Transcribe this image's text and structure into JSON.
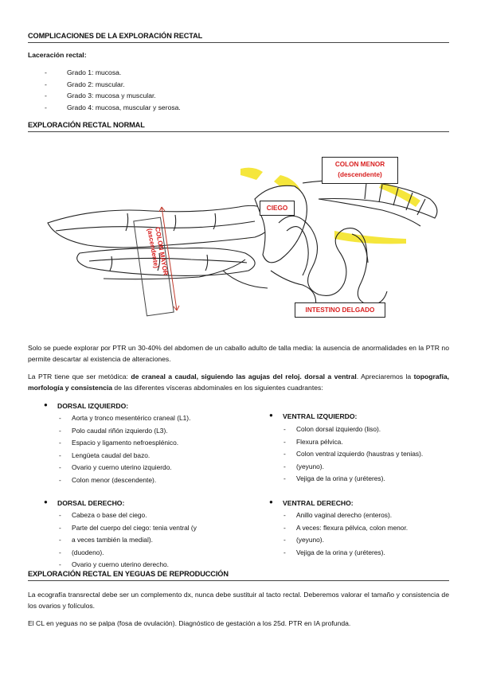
{
  "sections": {
    "complications_title": "COMPLICACIONES DE LA EXPLORACIÓN RECTAL",
    "laceration_label": "Laceración rectal:",
    "grades": [
      "Grado 1: mucosa.",
      "Grado 2: muscular.",
      "Grado 3: mucosa y muscular.",
      "Grado 4: mucosa, muscular y serosa."
    ],
    "normal_title": "EXPLORACIÓN RECTAL NORMAL",
    "mares_title": "EXPLORACIÓN RECTAL EN YEGUAS DE REPRODUCCIÓN"
  },
  "figure": {
    "colon_menor_1": "COLON MENOR",
    "colon_menor_2": "(descendente)",
    "ciego": "CIEGO",
    "colon_mayor_1": "COLON MAYOR",
    "colon_mayor_2": "(ascendente)",
    "intestino": "INTESTINO DELGADO",
    "colors": {
      "label_red": "#d81e1e",
      "highlight_yellow": "#f5e63c",
      "outline": "#222222"
    }
  },
  "paragraphs": {
    "p1": "Solo se puede explorar por PTR un 30-40% del abdomen de un caballo adulto de talla media: la ausencia de anormalidades en la PTR no permite descartar al existencia de alteraciones.",
    "p2_a": "La PTR tiene que ser metódica: ",
    "p2_b": "de craneal a caudal, siguiendo las agujas del reloj. dorsal a ventral",
    "p2_c": ". Apreciaremos la ",
    "p2_d": "topografía, morfología y consistencia",
    "p2_e": " de las diferentes vísceras abdominales en los siguientes cuadrantes:",
    "p3": "La ecografía transrectal debe ser un complemento dx, nunca debe sustituir al tacto rectal. Deberemos valorar el tamaño y consistencia de los ovarios y folículos.",
    "p4": "El CL en yeguas no se palpa (fosa de ovulación). Diagnóstico de gestación a los 25d. PTR en IA profunda."
  },
  "quadrants": {
    "dorsal_izq": {
      "title": "DORSAL IZQUIERDO:",
      "items": [
        "Aorta y tronco mesentérico craneal (L1).",
        "Polo caudal riñón izquierdo (L3).",
        "Espacio y ligamento nefroesplénico.",
        "Lengüeta caudal del bazo.",
        "Ovario y cuerno uterino izquierdo.",
        "Colon menor (descendente)."
      ]
    },
    "ventral_izq": {
      "title": "VENTRAL IZQUIERDO:",
      "items": [
        "Colon dorsal izquierdo (liso).",
        "Flexura pélvica.",
        "Colon ventral izquierdo (haustras y tenias).",
        "(yeyuno).",
        "Vejiga de la orina y (uréteres)."
      ]
    },
    "dorsal_der": {
      "title": "DORSAL DERECHO:",
      "items": [
        "Cabeza o base del ciego.",
        "Parte del cuerpo del ciego: tenia ventral (y",
        "a veces también la medial).",
        "(duodeno).",
        "Ovario y cuerno uterino derecho."
      ]
    },
    "ventral_der": {
      "title": "VENTRAL DERECHO:",
      "items": [
        "Anillo vaginal derecho (enteros).",
        "A veces: flexura pélvica, colon menor.",
        "(yeyuno).",
        "Vejiga de la orina y (uréteres)."
      ]
    }
  }
}
